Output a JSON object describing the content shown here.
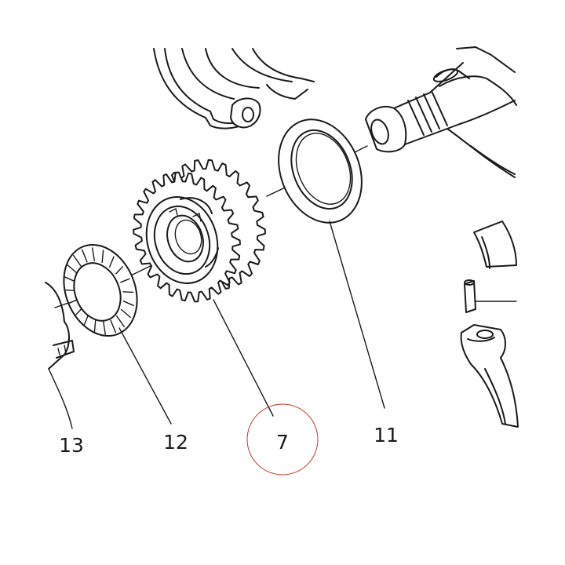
{
  "diagram": {
    "callouts": [
      {
        "id": "13",
        "label": "13"
      },
      {
        "id": "12",
        "label": "12"
      },
      {
        "id": "7",
        "label": "7"
      },
      {
        "id": "11",
        "label": "11"
      }
    ],
    "highlight": {
      "target": "7",
      "color": "#c0392b"
    },
    "line_color": "#1a1a1a",
    "background": "#ffffff"
  }
}
